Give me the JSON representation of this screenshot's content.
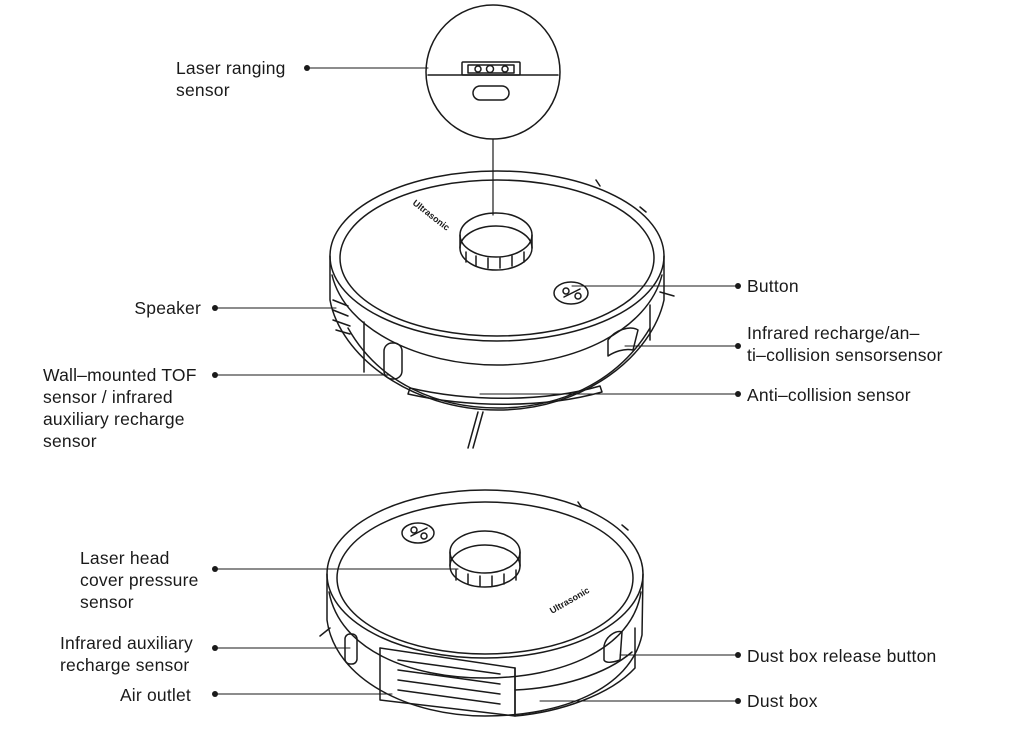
{
  "brand_mark": "Ultrasonic",
  "labels": {
    "laser_ranging_sensor": "Laser ranging\nsensor",
    "speaker": "Speaker",
    "wall_tof_sensor": "Wall–mounted TOF\nsensor / infrared\nauxiliary recharge\nsensor",
    "button": "Button",
    "infrared_recharge": "Infrared recharge/an–\nti–collision sensorsensor",
    "anti_collision": "Anti–collision sensor",
    "laser_head_cover": "Laser head\ncover pressure\nsensor",
    "infrared_aux_recharge": "Infrared auxiliary\nrecharge sensor",
    "air_outlet": "Air outlet",
    "dust_box_release": "Dust box release button",
    "dust_box": "Dust box"
  }
}
